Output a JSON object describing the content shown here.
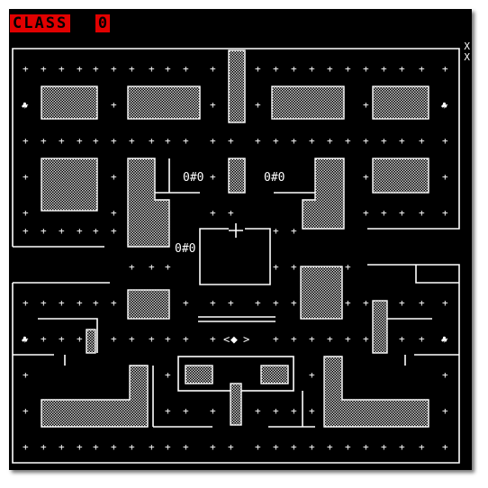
{
  "hud": {
    "label": "CLASS",
    "value": "0",
    "lives": [
      "X",
      "X"
    ]
  },
  "enemies": {
    "label": "0#0"
  },
  "player": {
    "glyph": "◆"
  },
  "colors": {
    "background": "#000000",
    "walls": "#ffffff",
    "hud": "#e10000"
  },
  "icons": {
    "pellet": "plus-pellet-icon",
    "power": "club-power-icon",
    "door": "gate-icon"
  }
}
